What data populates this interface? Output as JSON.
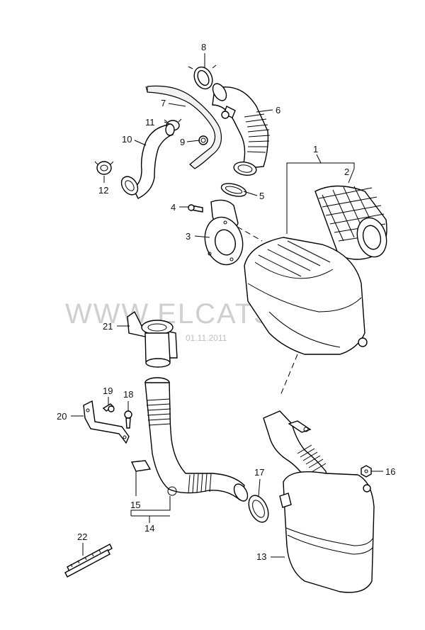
{
  "watermark": "WWW.ELCATS.RU",
  "date_stamp": "01.11.2011",
  "callouts": {
    "c1": "1",
    "c2": "2",
    "c3": "3",
    "c4": "4",
    "c5": "5",
    "c6": "6",
    "c7": "7",
    "c8": "8",
    "c9": "9",
    "c10": "10",
    "c11": "11",
    "c12": "12",
    "c13": "13",
    "c14": "14",
    "c15": "15",
    "c16": "16",
    "c17": "17",
    "c18": "18",
    "c19": "19",
    "c20": "20",
    "c21": "21",
    "c22": "22"
  }
}
